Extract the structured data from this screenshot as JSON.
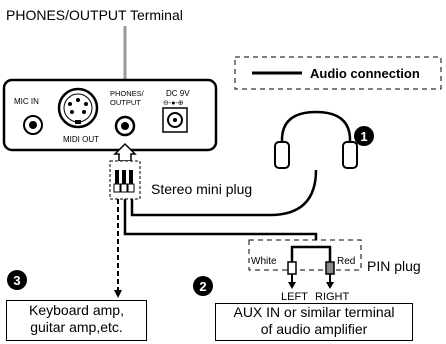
{
  "title": "PHONES/OUTPUT Terminal",
  "legend": {
    "label": "Audio connection"
  },
  "panel": {
    "mic_in": "MIC IN",
    "midi_out": "MIDI OUT",
    "phones_line1": "PHONES/",
    "phones_line2": "OUTPUT",
    "dc_line1": "DC 9V",
    "dc_line2": "⊖-●-⊕"
  },
  "labels": {
    "stereo_mini_plug": "Stereo mini plug",
    "pin_plug": "PIN plug",
    "white": "White",
    "red": "Red",
    "left": "LEFT",
    "right": "RIGHT"
  },
  "markers": {
    "m1": "1",
    "m2": "2",
    "m3": "3"
  },
  "devices": {
    "keyboard_amp_line1": "Keyboard amp,",
    "keyboard_amp_line2": "guitar amp,etc.",
    "aux_line1": "AUX IN or similar terminal",
    "aux_line2": "of audio amplifier"
  }
}
